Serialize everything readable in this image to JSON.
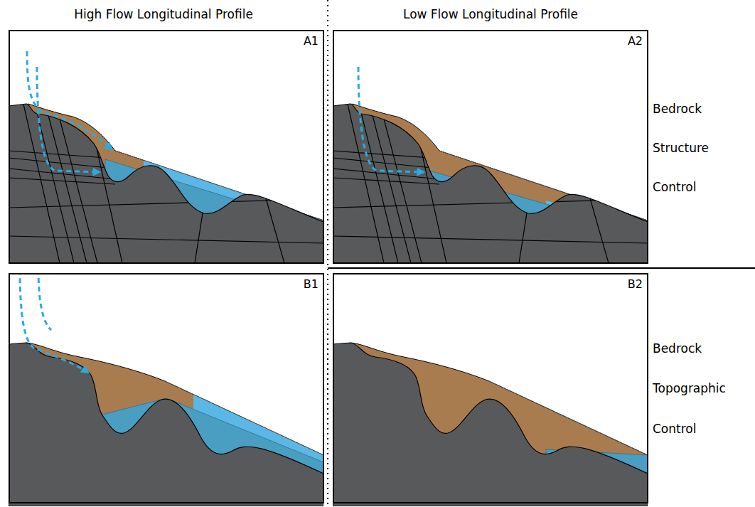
{
  "diagram": {
    "nodes": [
      {
        "text": [
          "A1"
        ]
      },
      {
        "text": [
          "A2"
        ]
      },
      {
        "text": [
          "B1"
        ]
      },
      {
        "text": [
          "B2"
        ]
      }
    ],
    "labels": [
      "High Flow Longitudinal Profile",
      "Low Flow Longitudinal Profile",
      "Bedrock",
      "Structure",
      "Control",
      "Bedrock",
      "Topographic",
      "Control"
    ]
  }
}
